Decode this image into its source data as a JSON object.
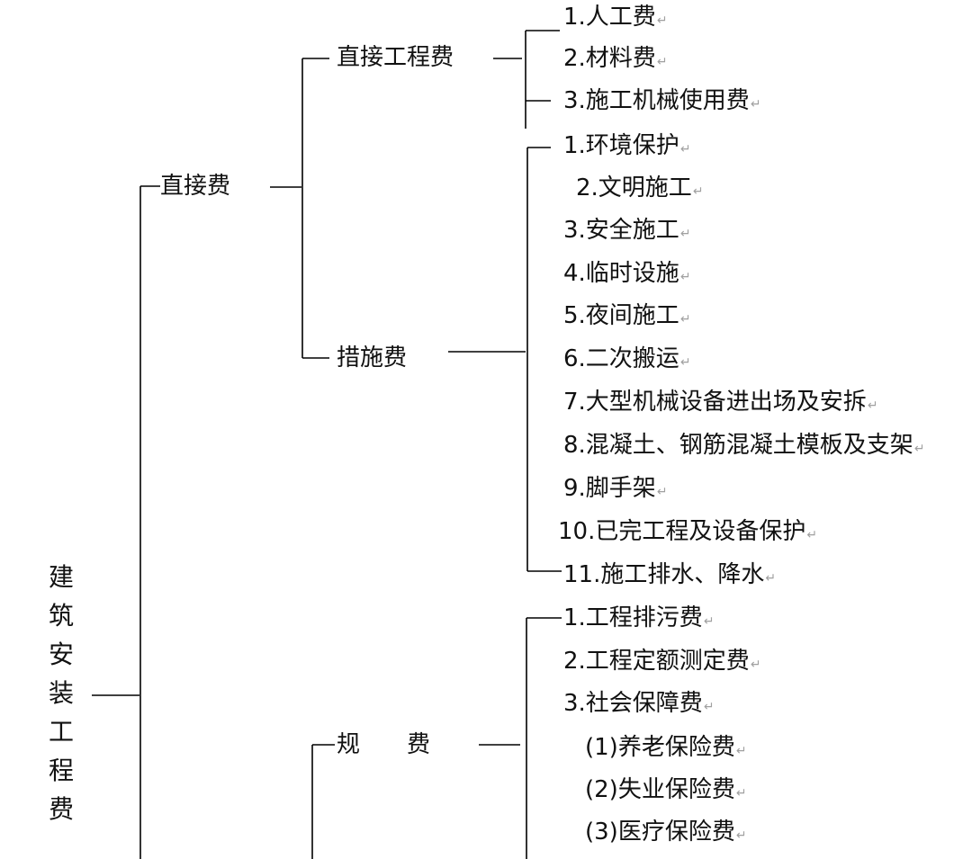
{
  "root": {
    "label": "建筑安装工程费"
  },
  "level1": {
    "direct_fee": "直接费",
    "regulation_fee": "规　　费"
  },
  "level2": {
    "direct_engineering_fee": "直接工程费",
    "measure_fee": "措施费"
  },
  "direct_engineering_items": [
    "1.人工费",
    "2.材料费",
    "3.施工机械使用费"
  ],
  "measure_items": [
    "1.环境保护",
    "2.文明施工",
    "3.安全施工",
    "4.临时设施",
    "5.夜间施工",
    "6.二次搬运",
    "7.大型机械设备进出场及安拆",
    "8.混凝土、钢筋混凝土模板及支架",
    "9.脚手架",
    "10.已完工程及设备保护",
    "11.施工排水、降水"
  ],
  "regulation_items": [
    "1.工程排污费",
    "2.工程定额测定费",
    "3.社会保障费"
  ],
  "social_security_subitems": [
    "(1)养老保险费",
    "(2)失业保险费",
    "(3)医疗保险费"
  ],
  "paragraph_mark": "↵"
}
